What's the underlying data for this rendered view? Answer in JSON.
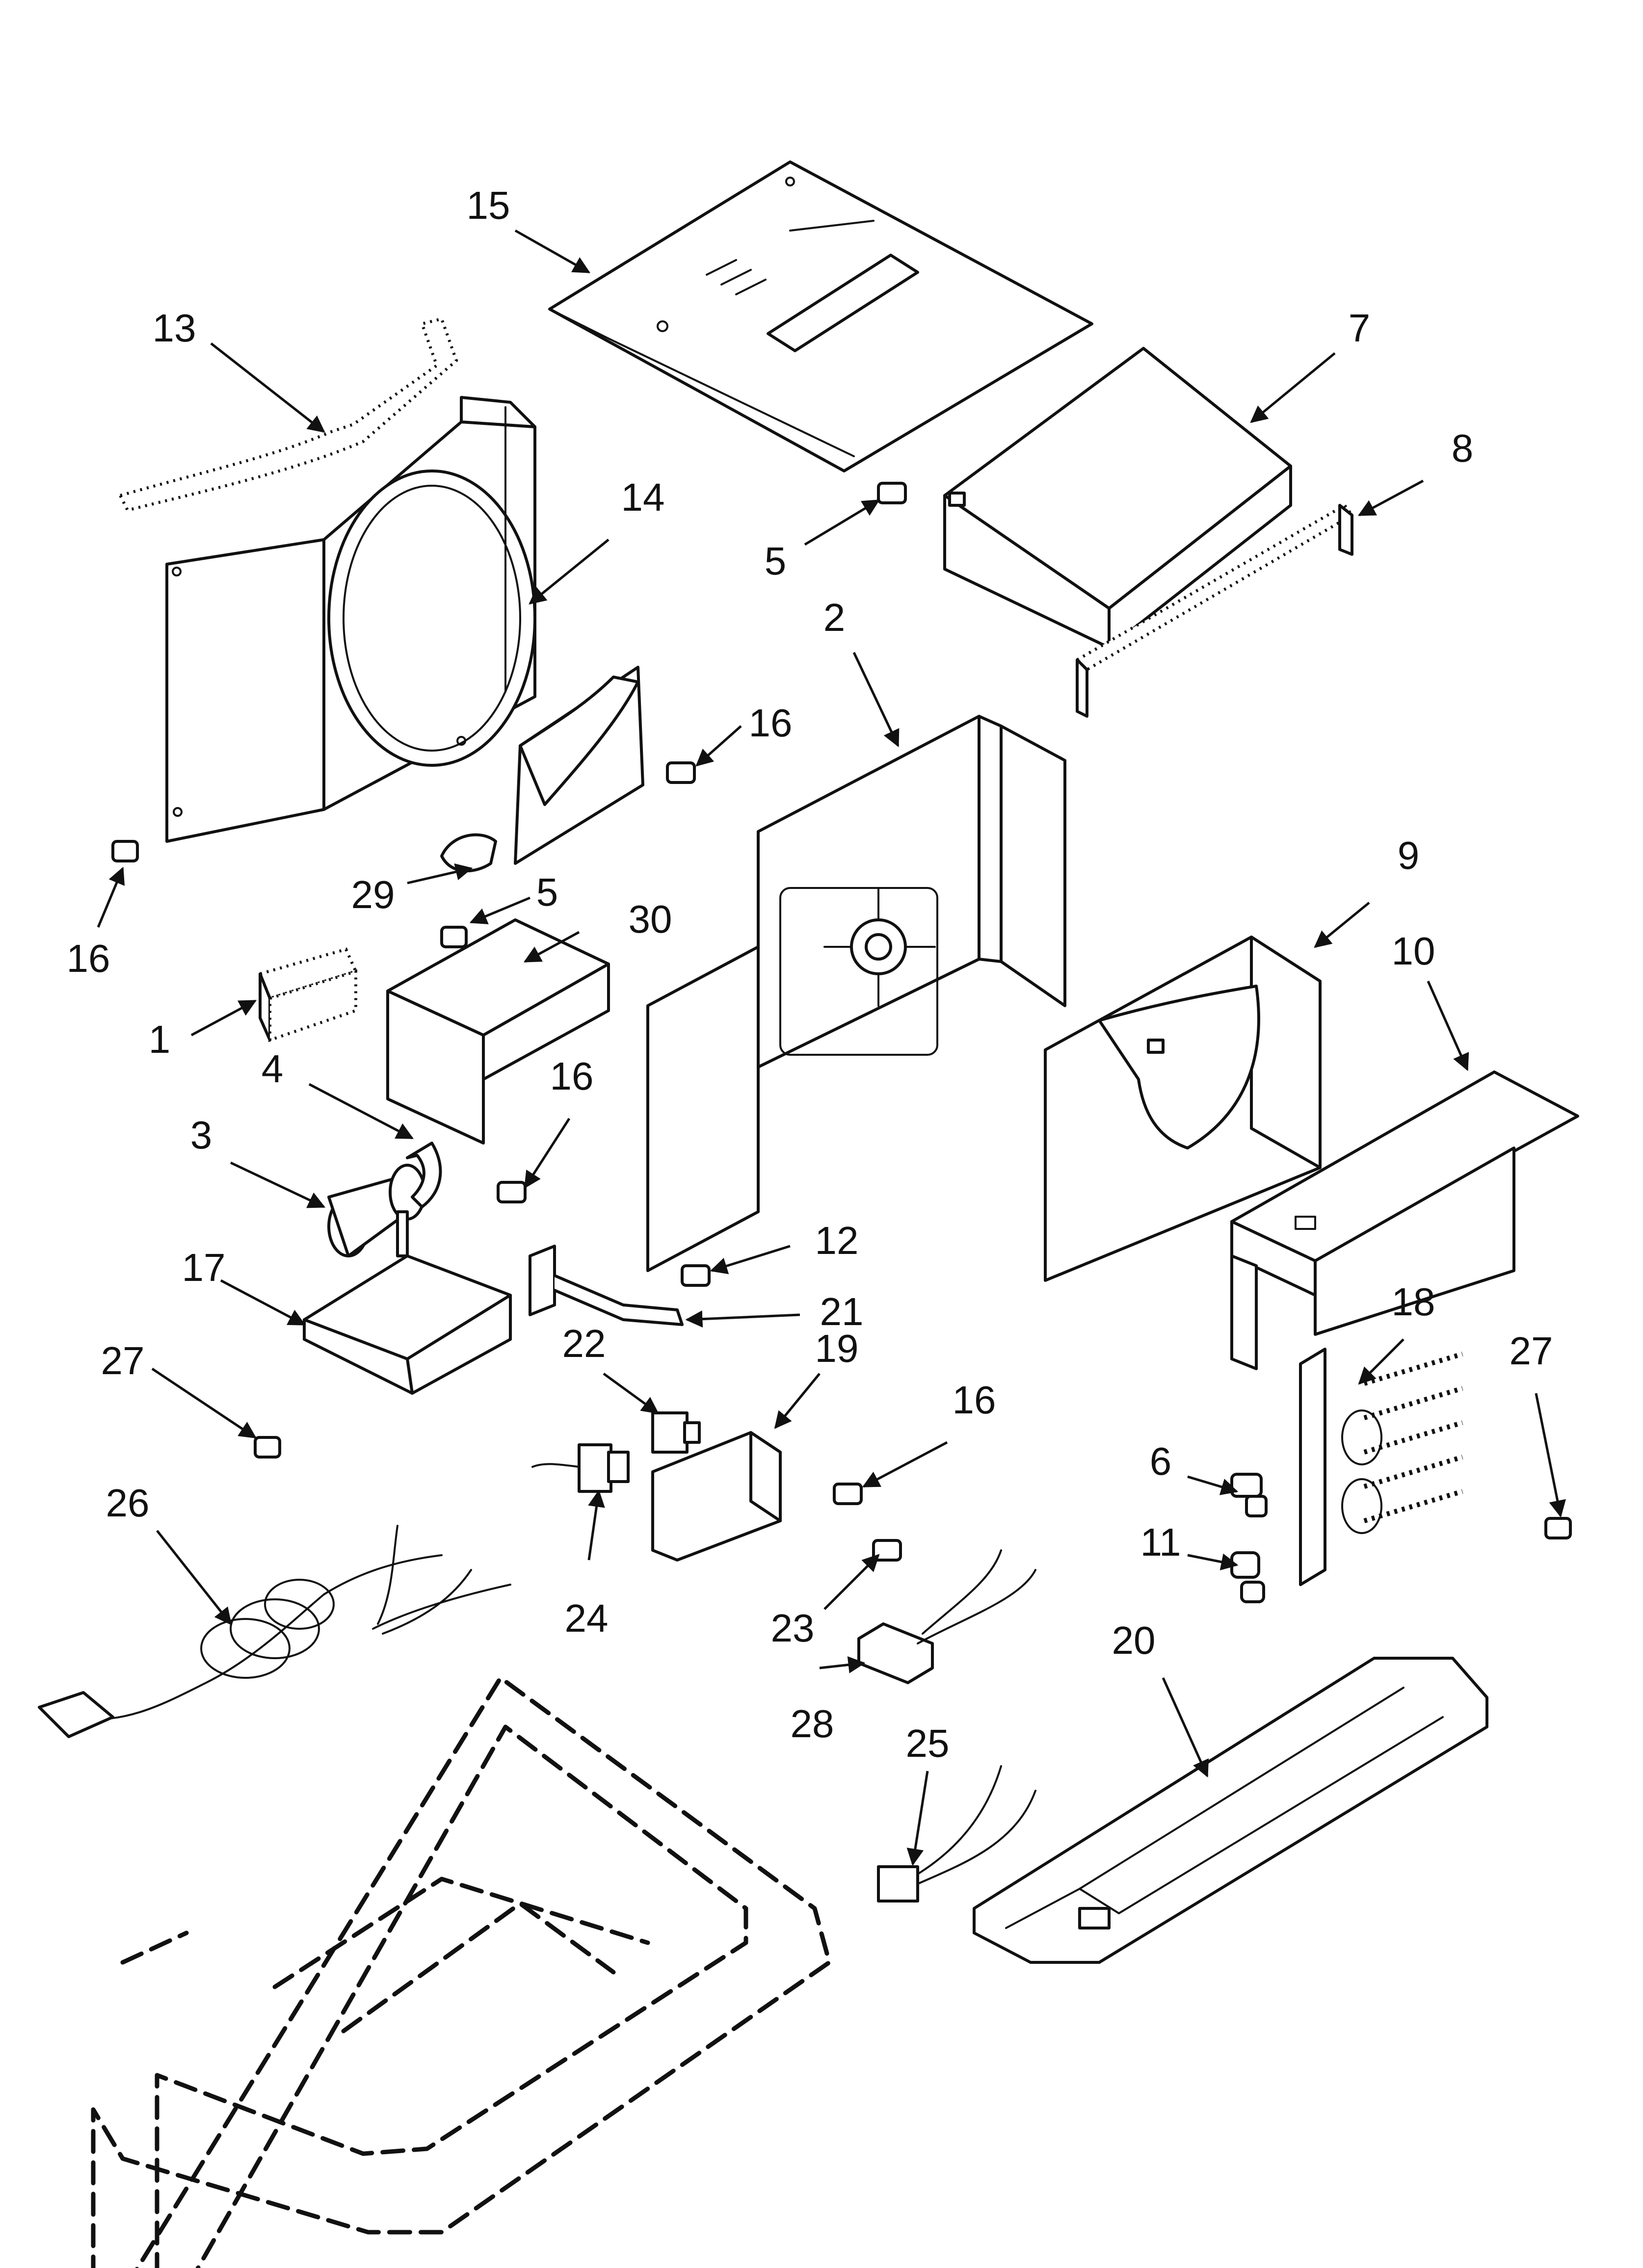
{
  "callouts": {
    "c1": "1",
    "c2": "2",
    "c3": "3",
    "c4": "4",
    "c5a": "5",
    "c5b": "5",
    "c6": "6",
    "c7": "7",
    "c8": "8",
    "c9": "9",
    "c10": "10",
    "c11": "11",
    "c12": "12",
    "c13": "13",
    "c14": "14",
    "c15": "15",
    "c16a": "16",
    "c16b": "16",
    "c16c": "16",
    "c16d": "16",
    "c17": "17",
    "c18": "18",
    "c19": "19",
    "c20": "20",
    "c21": "21",
    "c22": "22",
    "c23": "23",
    "c24": "24",
    "c25": "25",
    "c26": "26",
    "c27a": "27",
    "c27b": "27",
    "c28": "28",
    "c29": "29",
    "c30": "30"
  }
}
